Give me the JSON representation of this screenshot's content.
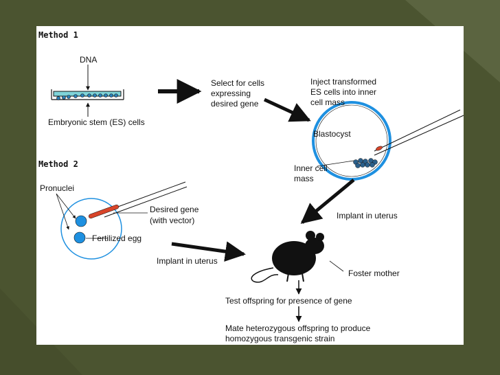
{
  "colors": {
    "slide_background": "#4b5430",
    "slide_decoration": "#5b6440",
    "panel": "#ffffff",
    "cell_blue": "#1e90e0",
    "gene_red": "#d8452a",
    "dish_cyan": "#7fd3d8"
  },
  "icons": [
    "petri-dish-icon",
    "blastocyst-icon",
    "micropipette-icon",
    "fertilized-egg-icon",
    "mouse-icon",
    "arrow-icon"
  ],
  "method1": {
    "title": "Method 1",
    "dna": "DNA",
    "es_cells": "Embryonic stem (ES) cells",
    "select_line1": "Select for cells",
    "select_line2": "expressing",
    "select_line3": "desired gene",
    "inject_line1": "Inject transformed",
    "inject_line2": "ES cells into inner",
    "inject_line3": "cell mass",
    "blastocyst": "Blastocyst",
    "inner_mass_line1": "Inner cell",
    "inner_mass_line2": "mass",
    "implant": "Implant in uterus"
  },
  "method2": {
    "title": "Method 2",
    "pronuclei": "Pronuclei",
    "gene_line1": "Desired gene",
    "gene_line2": "(with vector)",
    "egg": "Fertilized egg",
    "implant": "Implant in uterus"
  },
  "outcome": {
    "foster": "Foster mother",
    "test": "Test offspring for presence of gene",
    "mate_line1": "Mate heterozygous offspring to produce",
    "mate_line2": "homozygous transgenic strain"
  }
}
